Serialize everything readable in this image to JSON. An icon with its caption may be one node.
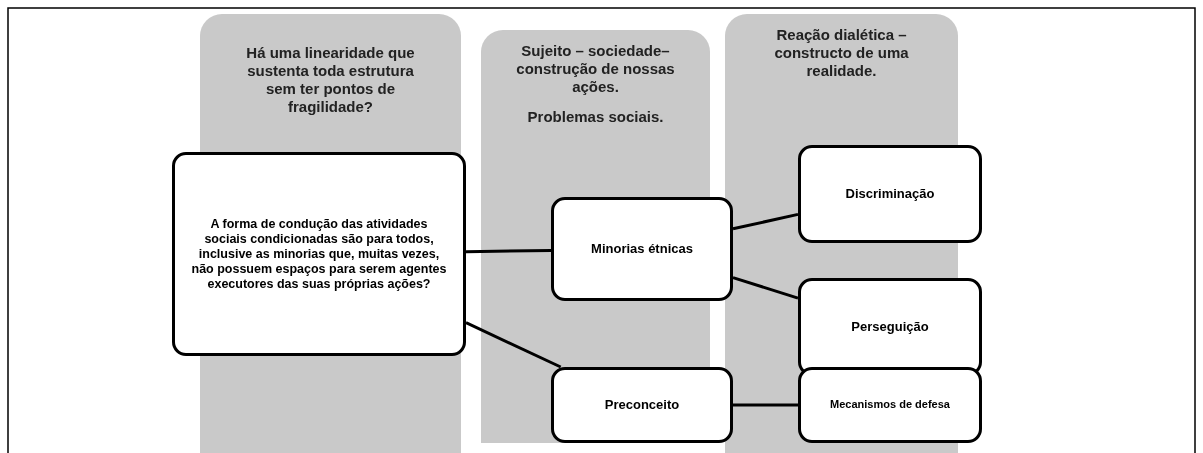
{
  "diagram": {
    "nodes": [
      {
        "text": [
          "Há uma linearidade que sustenta toda estrutura sem ter pontos de fragilidade?"
        ]
      },
      {
        "text": [
          "Sujeito – sociedade– construção de nossas ações.",
          "Problemas sociais."
        ]
      },
      {
        "text": [
          "Reação dialética – constructo de uma realidade."
        ]
      },
      {
        "text": [
          "A forma de condução das atividades sociais condicionadas são para todos, inclusive as minorias que, muitas vezes, não possuem espaços para serem agentes executores das suas próprias ações?"
        ]
      },
      {
        "text": [
          "Minorias étnicas"
        ]
      },
      {
        "text": [
          "Discriminação"
        ]
      },
      {
        "text": [
          "Perseguição"
        ]
      },
      {
        "text": [
          "Preconceito"
        ]
      },
      {
        "text": [
          "Mecanismos de defesa"
        ]
      }
    ],
    "edges": [
      {
        "from": 3,
        "to": 4,
        "arrow": "none"
      },
      {
        "from": 3,
        "to": 7,
        "arrow": "none"
      },
      {
        "from": 4,
        "to": 5,
        "arrow": "none"
      },
      {
        "from": 4,
        "to": 6,
        "arrow": "none"
      },
      {
        "from": 7,
        "to": 8,
        "arrow": "none"
      }
    ]
  }
}
